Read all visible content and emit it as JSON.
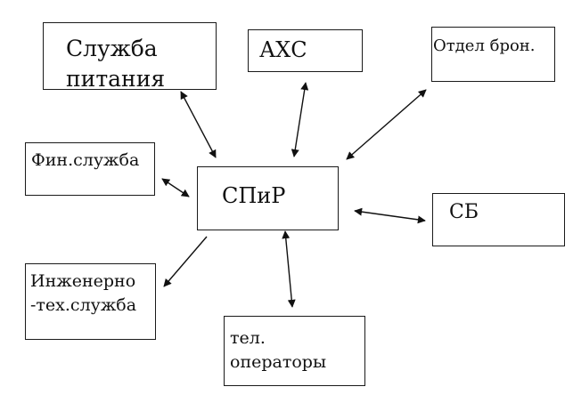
{
  "nodes": {
    "food_service": {
      "label": "Служба\nпитания"
    },
    "ahs": {
      "label": "АХС"
    },
    "booking_dept": {
      "label": "Отдел брон."
    },
    "fin_service": {
      "label": "Фин.служба"
    },
    "center": {
      "label": "СПиР"
    },
    "sb": {
      "label": "СБ"
    },
    "eng_service": {
      "label": "Инженерно\n-тех.служба"
    },
    "phone_operators": {
      "label": "тел.\nоператоры"
    }
  },
  "edges": [
    {
      "from": "center",
      "to": "food_service",
      "direction": "both"
    },
    {
      "from": "center",
      "to": "ahs",
      "direction": "both"
    },
    {
      "from": "center",
      "to": "booking_dept",
      "direction": "both"
    },
    {
      "from": "center",
      "to": "fin_service",
      "direction": "both"
    },
    {
      "from": "center",
      "to": "sb",
      "direction": "both"
    },
    {
      "from": "center",
      "to": "eng_service",
      "direction": "to"
    },
    {
      "from": "center",
      "to": "phone_operators",
      "direction": "both"
    }
  ]
}
